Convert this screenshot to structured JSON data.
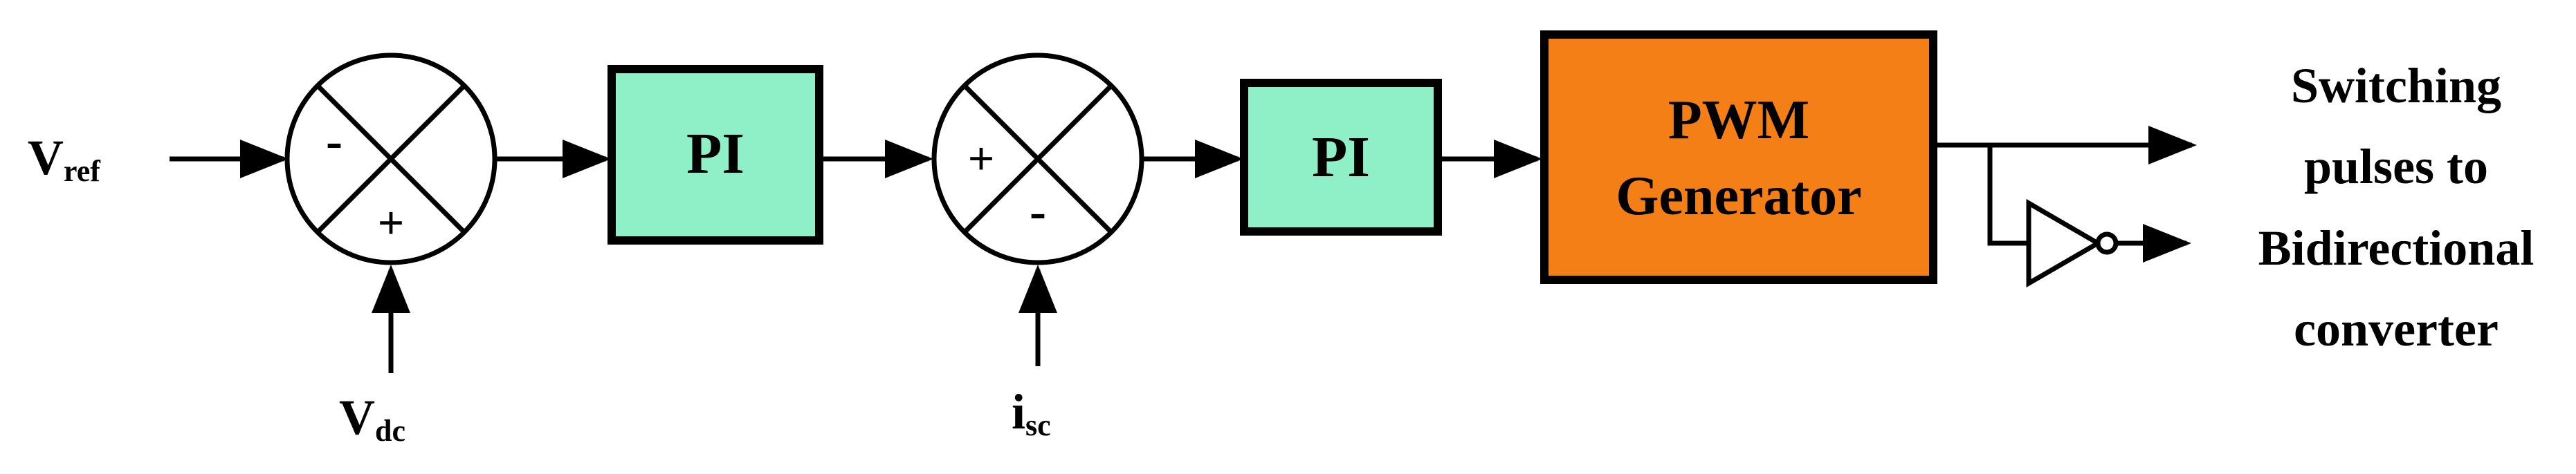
{
  "labels": {
    "vref_main": "V",
    "vref_sub": "ref",
    "vdc_main": "V",
    "vdc_sub": "dc",
    "isc_main": "i",
    "isc_sub": "sc",
    "sum1_top_sign": "-",
    "sum1_bottom_sign": "+",
    "sum2_left_sign": "+",
    "sum2_bottom_sign": "-",
    "pi1": "PI",
    "pi2": "PI",
    "pwm_line1": "PWM",
    "pwm_line2": "Generator",
    "output_line1": "Switching",
    "output_line2": "pulses to",
    "output_line3": "Bidirectional",
    "output_line4": "converter"
  },
  "colors": {
    "pi_fill": "#8FF0C8",
    "pwm_fill": "#F57F17",
    "line": "#000000",
    "background": "#FFFFFF"
  },
  "icons": {
    "summing_junction": "circle-with-x",
    "not_gate": "triangle-inverter-with-bubble"
  }
}
